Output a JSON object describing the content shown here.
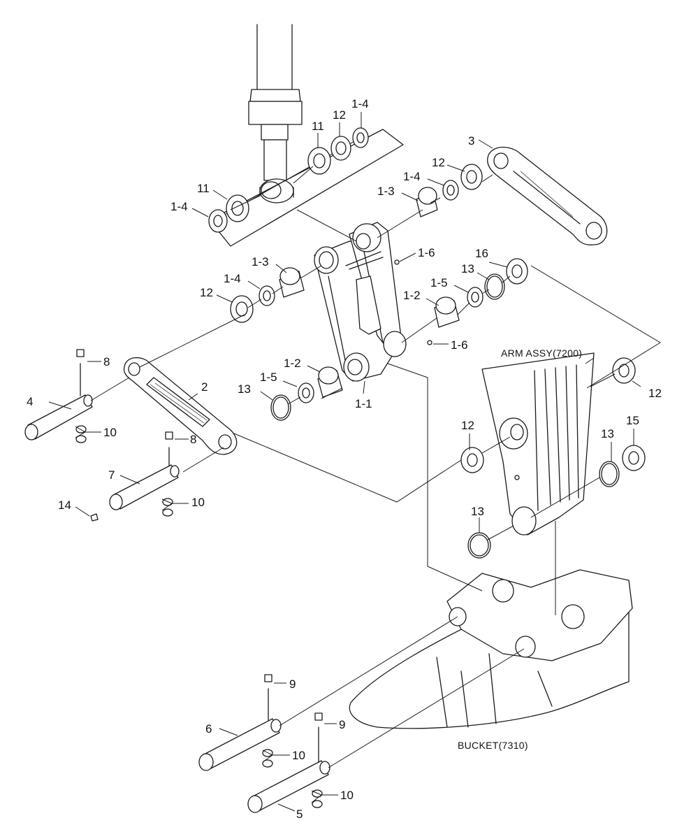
{
  "callouts": {
    "p11a": "11",
    "p12a": "12",
    "p14a": "1-4",
    "p3": "3",
    "p12b": "12",
    "p14b": "1-4",
    "p13a": "1-3",
    "p11b": "11",
    "p14c": "1-4",
    "p16a": "1-6",
    "p16b": "16",
    "p13b": "13",
    "p15a": "1-5",
    "p13c": "1-3",
    "p14d": "1-4",
    "p12c": "12",
    "p12d": "1-2",
    "p16c": "1-6",
    "p8a": "8",
    "p2": "2",
    "p4": "4",
    "p13d": "13",
    "p15b": "1-5",
    "p12e": "1-2",
    "p11": "1-1",
    "p10a": "10",
    "p8b": "8",
    "p12f": "12",
    "p12g": "12",
    "p13e": "13",
    "p15": "15",
    "p7": "7",
    "p10b": "10",
    "p14": "14",
    "p13f": "13",
    "p9a": "9",
    "p6": "6",
    "p9b": "9",
    "p10c": "10",
    "p10d": "10",
    "p5": "5"
  },
  "assemblies": {
    "arm": "ARM ASSY(7200)",
    "bucket": "BUCKET(7310)"
  }
}
